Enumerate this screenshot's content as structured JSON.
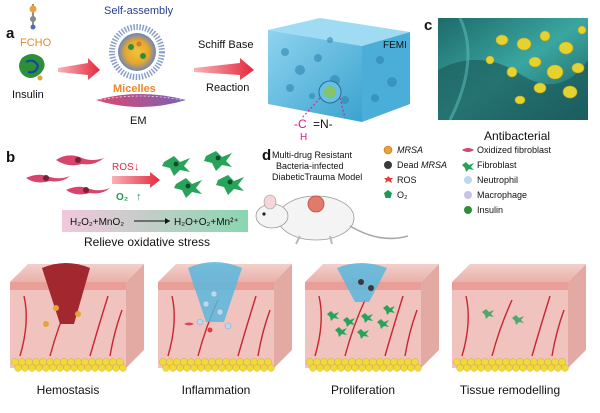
{
  "panel_a": {
    "letter": "a",
    "fcho": "FCHO",
    "insulin": "Insulin",
    "self_assembly": "Self-assembly",
    "micelles": "Micelles",
    "em": "EM",
    "schiff_base": "Schiff Base",
    "reaction": "Reaction",
    "femi": "FEMI",
    "bond_left": "-C",
    "bond_eq": "=N-",
    "bond_h": "H"
  },
  "panel_b": {
    "letter": "b",
    "ros": "ROS",
    "o2": "O₂",
    "eq_left": "H₂O₂+MnO₂",
    "eq_right": "H₂O+O₂+Mn²⁺",
    "caption": "Relieve oxidative stress"
  },
  "panel_c": {
    "letter": "c",
    "caption": "Antibacterial"
  },
  "panel_d": {
    "letter": "d",
    "model_line1": "Multi-drug Resistant",
    "model_line2": "Bacteria-infected",
    "model_line3": "DiabeticTrauma Model",
    "legend": [
      {
        "label": "MRSA",
        "italic": true,
        "color": "#e8a23a"
      },
      {
        "label": "Dead MRSA",
        "italic_part": "MRSA",
        "color": "#3a3a3a"
      },
      {
        "label": "ROS",
        "color": "#e23c3c"
      },
      {
        "label": "O₂",
        "color": "#1f9a54"
      },
      {
        "label": "Oxidized fibroblast",
        "color": "#d8446b"
      },
      {
        "label": "Fibroblast",
        "color": "#27a35a"
      },
      {
        "label": "Neutrophil",
        "color": "#b9d9ef"
      },
      {
        "label": "Macrophage",
        "color": "#c9c1e6"
      },
      {
        "label": "Insulin",
        "color": "#2c8f3a"
      }
    ]
  },
  "stages": [
    "Hemostasis",
    "Inflammation",
    "Proliferation",
    "Tissue remodelling"
  ],
  "colors": {
    "arrow_red": "#e5283c",
    "gel_blue": "#59b7dd",
    "skin_pink": "#f0c3be",
    "fat_yellow": "#f1d83b",
    "sem_teal": "#2f8f8a",
    "bond_magenta": "#e0148c"
  }
}
